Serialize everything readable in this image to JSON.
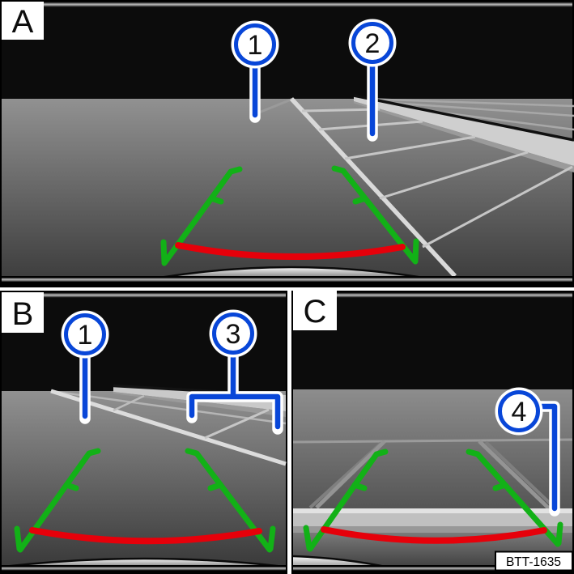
{
  "figure": {
    "code_label": "BTT-1635",
    "panels": [
      {
        "label": "A",
        "callouts": [
          {
            "n": "1"
          },
          {
            "n": "2"
          }
        ]
      },
      {
        "label": "B",
        "callouts": [
          {
            "n": "1"
          },
          {
            "n": "3"
          }
        ]
      },
      {
        "label": "C",
        "callouts": [
          {
            "n": "4"
          }
        ]
      }
    ],
    "colors": {
      "callout_blue": "#0846d8",
      "guide_green": "#12b117",
      "distance_red": "#e6000a",
      "sky_black": "#0c0c0c",
      "ground_gray": "#8f8f8f",
      "marking_light_gray": "#d9d9d9",
      "halo_white": "#ffffff"
    }
  }
}
